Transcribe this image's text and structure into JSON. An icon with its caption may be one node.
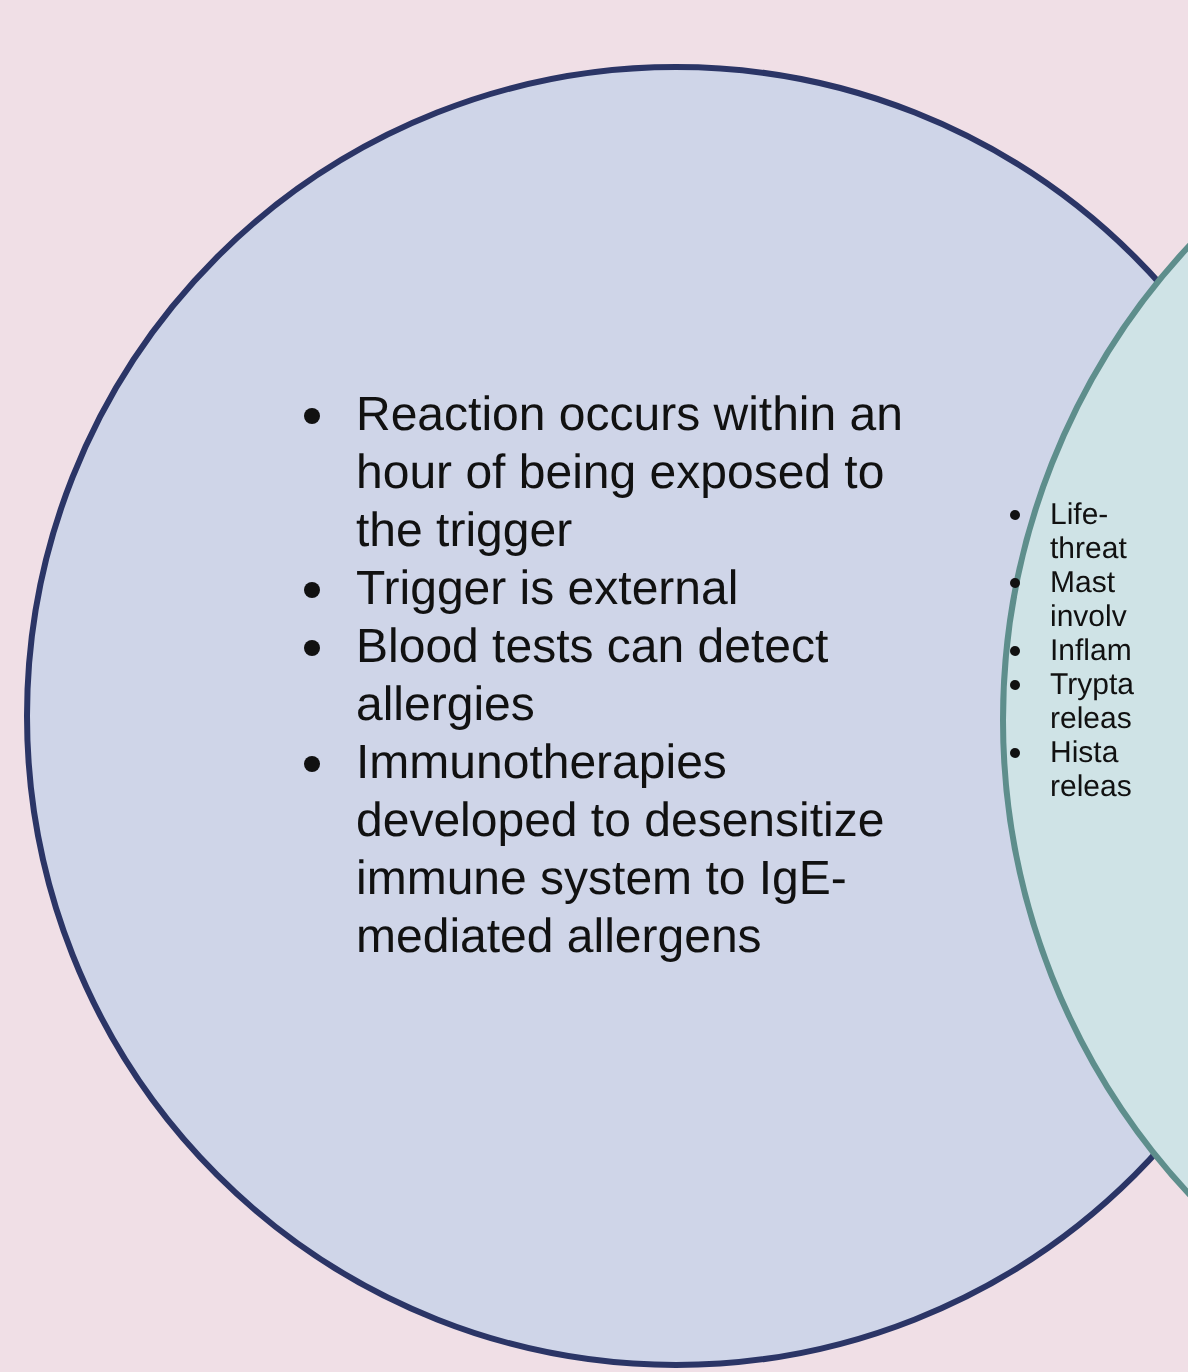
{
  "diagram": {
    "nodes": [
      {
        "text": [
          "Reaction occurs within an hour of being exposed to the trigger",
          "Trigger is external",
          "Blood tests can detect allergies",
          "Immunotherapies developed to desensitize immune system to IgE-mediated allergens"
        ]
      },
      {
        "text": [],
        "shape": "circle"
      }
    ],
    "labels": [
      "Life- threat",
      "Mast involv",
      "Inflam",
      "Trypta releas",
      "Hista releas"
    ]
  }
}
